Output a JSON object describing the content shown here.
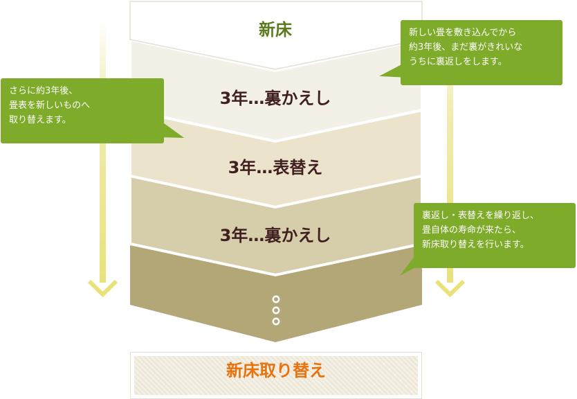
{
  "steps": {
    "new_floor": "新床",
    "step1": "3年…裏かえし",
    "step2": "3年…表替え",
    "step3": "3年…裏かえし"
  },
  "callouts": {
    "top_right": "新しい畳を敷き込んでから\n約3年後、まだ裏がきれいな\nうちに裏返しをします。",
    "left": "さらに約3年後、\n畳表を新しいものへ\n取り替えます。",
    "bottom_right": "裏返し・表替えを繰り返し、\n畳自体の寿命が来たら、\n新床取り替えを行います。"
  },
  "final": {
    "label": "新床取り替え"
  },
  "colors": {
    "layer_new": "#ffffff",
    "layer1": "#f3f0e8",
    "layer2": "#ebe3cb",
    "layer3": "#d6ceab",
    "layer4": "#b3a778",
    "callout_green": "#7eab2a",
    "arrow_yellow": "#e9e27a",
    "accent_orange": "#e8720c"
  },
  "icons": [
    "down-arrow-left",
    "down-arrow-right",
    "ellipsis-dots"
  ]
}
